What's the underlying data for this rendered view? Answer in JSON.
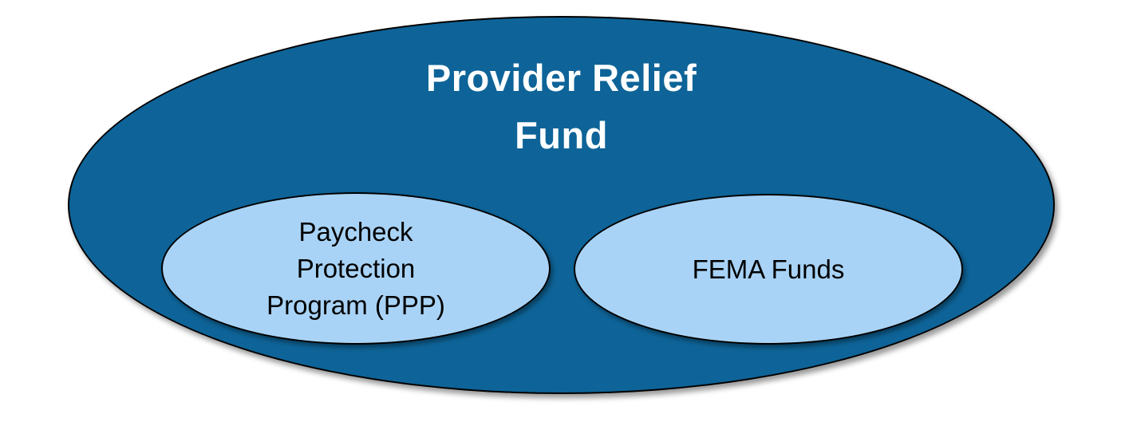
{
  "diagram": {
    "type": "containment-venn",
    "outer": {
      "label": "Provider Relief Fund",
      "fill": "#0E6498",
      "border_color": "#000000",
      "text_color": "#FFFFFF"
    },
    "children": [
      {
        "id": "ppp",
        "label": "Paycheck Protection Program (PPP)",
        "fill": "#A8D3F6",
        "border_color": "#000000",
        "text_color": "#000000"
      },
      {
        "id": "fema",
        "label": "FEMA Funds",
        "fill": "#A8D3F6",
        "border_color": "#000000",
        "text_color": "#000000"
      }
    ]
  }
}
